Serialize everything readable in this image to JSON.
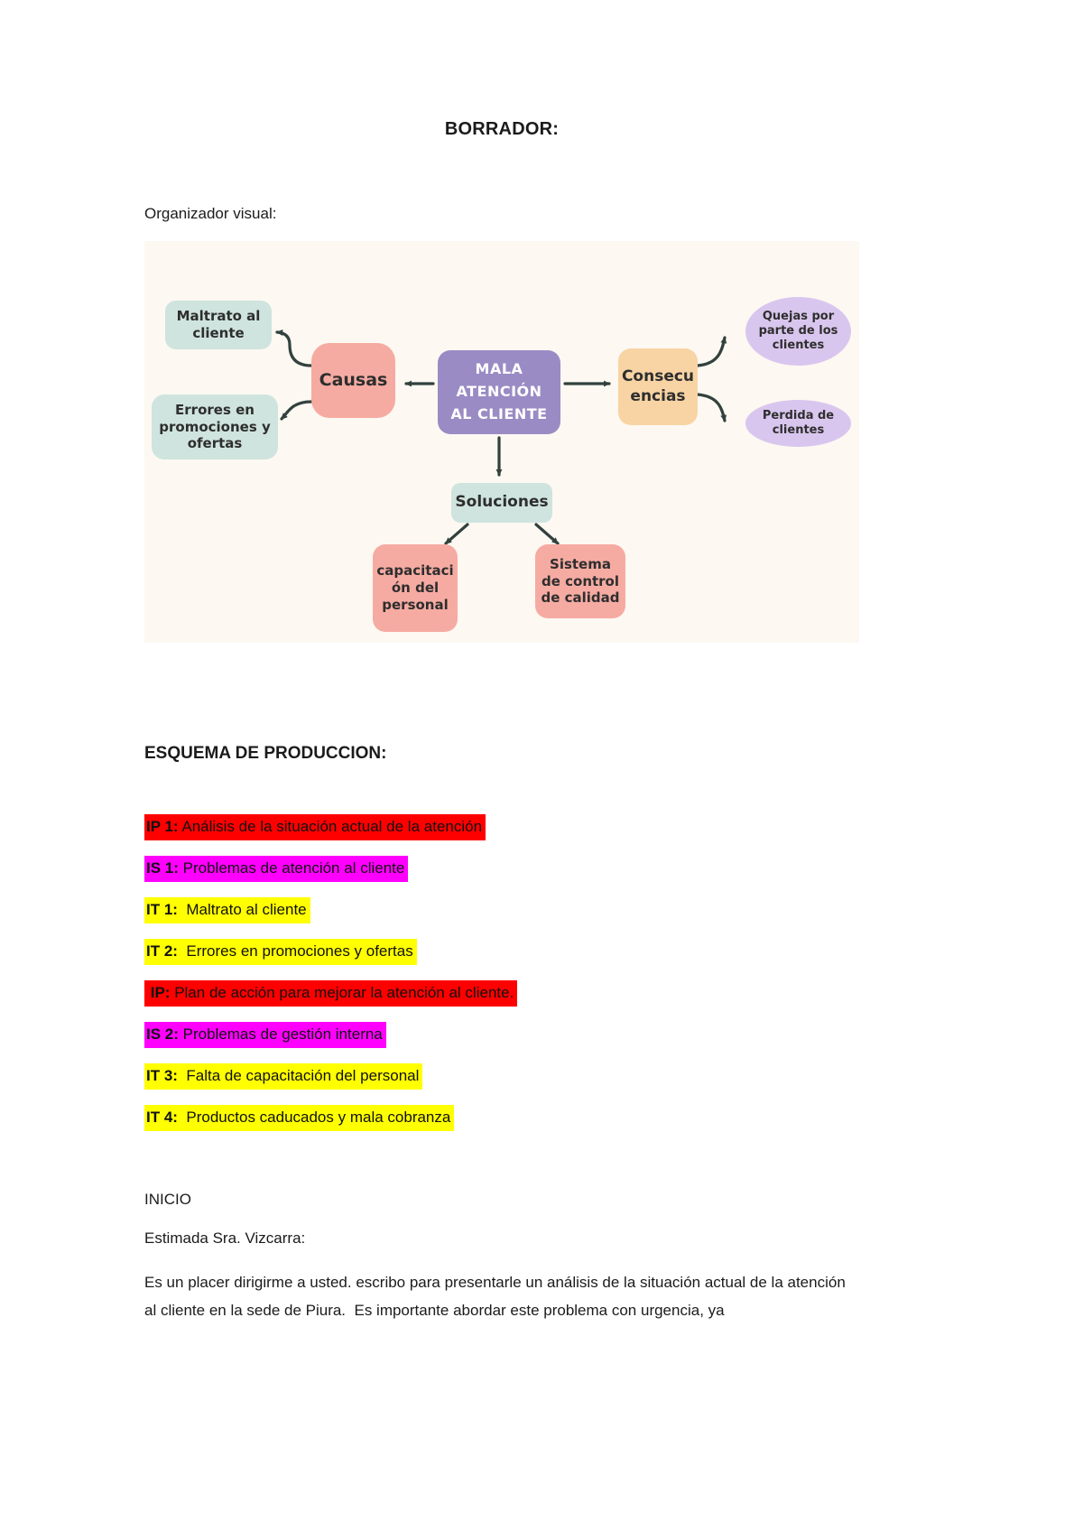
{
  "page": {
    "title": "BORRADOR:",
    "organizer_label": "Organizador visual:"
  },
  "diagram": {
    "nodes": {
      "maltrato": "Maltrato al cliente",
      "errores": "Errores en promociones y ofertas",
      "causas": "Causas",
      "center": "MALA ATENCIÓN AL CLIENTE",
      "consecuencias": "Consecu encias",
      "quejas": "Quejas por parte de los clientes",
      "perdida": "Perdida de clientes",
      "soluciones": "Soluciones",
      "capacitacion": "capacitaci ón del personal",
      "sistema": "Sistema de control de calidad"
    },
    "colors": {
      "mint": "#cfe4de",
      "salmon": "#f6aba2",
      "purple": "#9a8bc4",
      "peach": "#f8d4a4",
      "lavender": "#d9c6ee",
      "canvas": "#fdf8f2",
      "arrow": "#32413d"
    }
  },
  "esquema": {
    "heading": "ESQUEMA DE PRODUCCION:",
    "items": [
      {
        "prefix": "IP 1:",
        "text": " Análisis de la situación actual de la atención",
        "highlight": "#ff0000"
      },
      {
        "prefix": "IS 1:",
        "text": " Problemas de atención al cliente",
        "highlight": "#ff00ff"
      },
      {
        "prefix": "IT 1:",
        "text": "  Maltrato al cliente",
        "highlight": "#ffff00"
      },
      {
        "prefix": "IT 2:",
        "text": "  Errores en promociones y ofertas",
        "highlight": "#ffff00"
      },
      {
        "prefix": " IP:",
        "text": " Plan de acción para mejorar la atención al cliente.",
        "highlight": "#ff0000"
      },
      {
        "prefix": "IS 2:",
        "text": " Problemas de gestión interna",
        "highlight": "#ff00ff"
      },
      {
        "prefix": "IT 3:",
        "text": "  Falta de capacitación del personal",
        "highlight": "#ffff00"
      },
      {
        "prefix": "IT 4:",
        "text": "  Productos caducados y mala cobranza",
        "highlight": "#ffff00"
      }
    ]
  },
  "letter": {
    "inicio": "INICIO",
    "salutation": "Estimada Sra. Vizcarra:",
    "paragraph": "Es un placer dirigirme a usted. escribo para presentarle un análisis de la situación actual de la atención al cliente en la sede de Piura.  Es importante abordar este problema con urgencia, ya"
  }
}
